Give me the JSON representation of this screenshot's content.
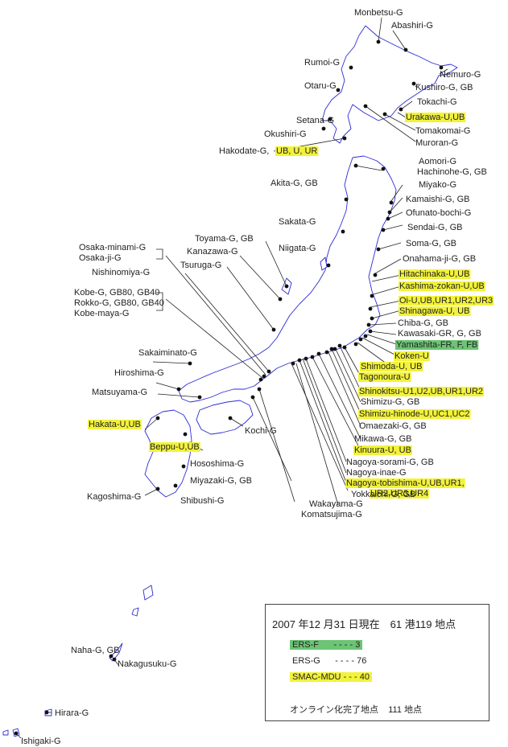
{
  "colors": {
    "green": "#6cc474",
    "yellow": "#f2f23a",
    "coast": "#2b2bd8"
  },
  "stations": [
    {
      "id": "monbetsu",
      "text": "Monbetsu-G",
      "hl": ""
    },
    {
      "id": "abashiri",
      "text": "Abashiri-G",
      "hl": ""
    },
    {
      "id": "rumoi",
      "text": "Rumoi-G",
      "hl": ""
    },
    {
      "id": "nemuro",
      "text": "Nemuro-G",
      "hl": ""
    },
    {
      "id": "otaru",
      "text": "Otaru-G",
      "hl": ""
    },
    {
      "id": "kushiro",
      "text": "Kushiro-G, GB",
      "hl": ""
    },
    {
      "id": "tokachi",
      "text": "Tokachi-G",
      "hl": ""
    },
    {
      "id": "setana",
      "text": "Setana-G",
      "hl": ""
    },
    {
      "id": "urakawa",
      "text": "Urakawa-U,UB",
      "hl": "yellow"
    },
    {
      "id": "okushiri",
      "text": "Okushiri-G",
      "hl": ""
    },
    {
      "id": "tomakomai",
      "text": "Tomakomai-G",
      "hl": ""
    },
    {
      "id": "muroran",
      "text": "Muroran-G",
      "hl": ""
    },
    {
      "id": "hakodate",
      "text": "Hakodate-G,",
      "hl": ""
    },
    {
      "id": "hakodate2",
      "text": "UB, U, UR",
      "hl": "yellow"
    },
    {
      "id": "aomori",
      "text": "Aomori-G",
      "hl": ""
    },
    {
      "id": "hachinohe",
      "text": "Hachinohe-G, GB",
      "hl": ""
    },
    {
      "id": "akita",
      "text": "Akita-G, GB",
      "hl": ""
    },
    {
      "id": "miyako",
      "text": "Miyako-G",
      "hl": ""
    },
    {
      "id": "kamaishi",
      "text": "Kamaishi-G, GB",
      "hl": ""
    },
    {
      "id": "ofunato",
      "text": "Ofunato-bochi-G",
      "hl": ""
    },
    {
      "id": "sakata",
      "text": "Sakata-G",
      "hl": ""
    },
    {
      "id": "sendai",
      "text": "Sendai-G, GB",
      "hl": ""
    },
    {
      "id": "toyama",
      "text": "Toyama-G, GB",
      "hl": ""
    },
    {
      "id": "soma",
      "text": "Soma-G, GB",
      "hl": ""
    },
    {
      "id": "osakaminami",
      "text": "Osaka-minami-G",
      "hl": ""
    },
    {
      "id": "kanazawa",
      "text": "Kanazawa-G",
      "hl": ""
    },
    {
      "id": "niigata",
      "text": "Niigata-G",
      "hl": ""
    },
    {
      "id": "osakaji",
      "text": "Osaka-ji-G",
      "hl": ""
    },
    {
      "id": "onahama",
      "text": "Onahama-ji-G, GB",
      "hl": ""
    },
    {
      "id": "tsuruga",
      "text": "Tsuruga-G",
      "hl": ""
    },
    {
      "id": "nishinomiya",
      "text": "Nishinomiya-G",
      "hl": ""
    },
    {
      "id": "hitachinaka",
      "text": "Hitachinaka-U,UB",
      "hl": "yellow"
    },
    {
      "id": "kashima",
      "text": "Kashima-zokan-U,UB",
      "hl": "yellow"
    },
    {
      "id": "kobe",
      "text": "Kobe-G, GB80, GB40",
      "hl": ""
    },
    {
      "id": "rokko",
      "text": "Rokko-G, GB80, GB40",
      "hl": ""
    },
    {
      "id": "oi",
      "text": "Oi-U,UB,UR1,UR2,UR3",
      "hl": "yellow"
    },
    {
      "id": "kobemaya",
      "text": "Kobe-maya-G",
      "hl": ""
    },
    {
      "id": "shinagawa",
      "text": "Shinagawa-U, UB",
      "hl": "yellow"
    },
    {
      "id": "chiba",
      "text": "Chiba-G, GB",
      "hl": ""
    },
    {
      "id": "kawasaki",
      "text": "Kawasaki-GR, G, GB",
      "hl": ""
    },
    {
      "id": "yamashita",
      "text": "Yamashita-FR, F, FB",
      "hl": "green"
    },
    {
      "id": "sakaiminato",
      "text": "Sakaiminato-G",
      "hl": ""
    },
    {
      "id": "koken",
      "text": "Koken-U",
      "hl": "yellow"
    },
    {
      "id": "hiroshima",
      "text": "Hiroshima-G",
      "hl": ""
    },
    {
      "id": "shimoda",
      "text": "Shimoda-U, UB",
      "hl": "yellow"
    },
    {
      "id": "tagonoura",
      "text": "Tagonoura-U",
      "hl": "yellow"
    },
    {
      "id": "matsuyama",
      "text": "Matsuyama-G",
      "hl": ""
    },
    {
      "id": "shinokitsu",
      "text": "Shinokitsu-U1,U2,UB,UR1,UR2",
      "hl": "yellow"
    },
    {
      "id": "shimizu",
      "text": "Shimizu-G, GB",
      "hl": ""
    },
    {
      "id": "hakata",
      "text": "Hakata-U,UB",
      "hl": "yellow"
    },
    {
      "id": "shimizuhinode",
      "text": "Shimizu-hinode-U,UC1,UC2",
      "hl": "yellow"
    },
    {
      "id": "kochi",
      "text": "Kochi-G",
      "hl": ""
    },
    {
      "id": "omaezaki",
      "text": "Omaezaki-G, GB",
      "hl": ""
    },
    {
      "id": "mikawa",
      "text": "Mikawa-G, GB",
      "hl": ""
    },
    {
      "id": "beppu",
      "text": "Beppu-U,UB",
      "hl": "yellow"
    },
    {
      "id": "kinuura",
      "text": "Kinuura-U, UB",
      "hl": "yellow"
    },
    {
      "id": "nagoyasorami",
      "text": "Nagoya-sorami-G, GB",
      "hl": ""
    },
    {
      "id": "hososhima",
      "text": "Hososhima-G",
      "hl": ""
    },
    {
      "id": "nagoyainae",
      "text": "Nagoya-inae-G",
      "hl": ""
    },
    {
      "id": "miyazaki",
      "text": "Miyazaki-G, GB",
      "hl": ""
    },
    {
      "id": "nagoyatobi",
      "text": "Nagoya-tobishima-U,UB,UR1,",
      "hl": "yellow"
    },
    {
      "id": "nagoyatobi2",
      "text": "UR2,UR3,UR4",
      "hl": "yellow"
    },
    {
      "id": "kagoshima",
      "text": "Kagoshima-G",
      "hl": ""
    },
    {
      "id": "yokkaichi",
      "text": "Yokkaichi-G, GB",
      "hl": ""
    },
    {
      "id": "shibushi",
      "text": "Shibushi-G",
      "hl": ""
    },
    {
      "id": "wakayama",
      "text": "Wakayama-G",
      "hl": ""
    },
    {
      "id": "komatsujima",
      "text": "Komatsujima-G",
      "hl": ""
    },
    {
      "id": "naha",
      "text": "Naha-G, GB",
      "hl": ""
    },
    {
      "id": "nakagusuku",
      "text": "Nakagusuku-G",
      "hl": ""
    },
    {
      "id": "hirara",
      "text": "Hirara-G",
      "hl": ""
    },
    {
      "id": "ishigaki",
      "text": "Ishigaki-G",
      "hl": ""
    }
  ],
  "legend": {
    "title": "2007 年12 月31 日現在　61 港119 地点",
    "rows": [
      {
        "label": "ERS-F",
        "dashes": "- - - -",
        "count": "3",
        "hl": "green"
      },
      {
        "label": "ERS-G",
        "dashes": "- - - -",
        "count": "76",
        "hl": ""
      },
      {
        "label": "SMAC-MDU",
        "dashes": "- - -",
        "count": "40",
        "hl": "yellow"
      }
    ],
    "online": "オンライン化完了地点",
    "online_count": "111 地点"
  }
}
